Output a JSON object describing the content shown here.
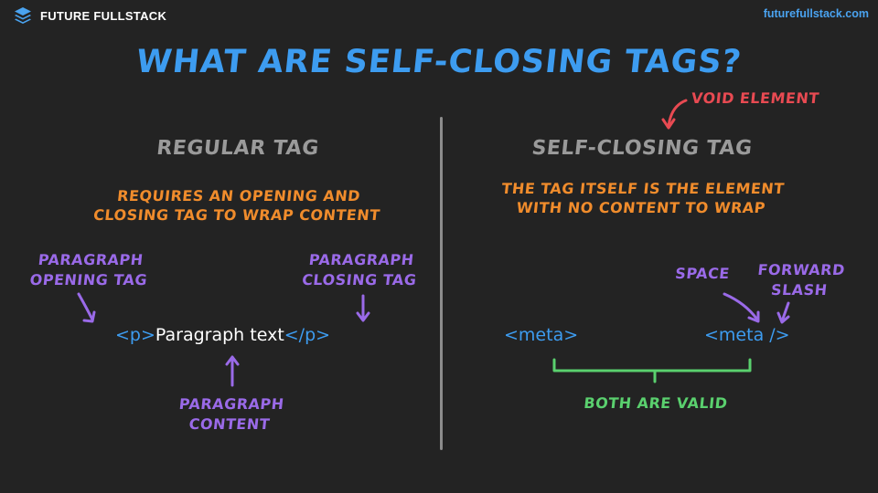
{
  "header": {
    "brand_name": "FUTURE FULLSTACK",
    "site_url": "futurefullstack.com"
  },
  "title": "WHAT ARE SELF-CLOSING TAGS?",
  "left": {
    "heading": "REGULAR TAG",
    "description_line1": "REQUIRES AN OPENING AND",
    "description_line2": "CLOSING TAG TO WRAP CONTENT",
    "opening_label_line1": "PARAGRAPH",
    "opening_label_line2": "OPENING TAG",
    "closing_label_line1": "PARAGRAPH",
    "closing_label_line2": "CLOSING TAG",
    "content_label_line1": "PARAGRAPH",
    "content_label_line2": "CONTENT",
    "code_open": "<p>",
    "code_text": "Paragraph text",
    "code_close": "</p>"
  },
  "right": {
    "heading": "SELF-CLOSING TAG",
    "void_label": "VOID ELEMENT",
    "description_line1": "THE TAG ITSELF IS THE ELEMENT",
    "description_line2": "WITH NO CONTENT TO WRAP",
    "space_label": "SPACE",
    "slash_label_line1": "FORWARD",
    "slash_label_line2": "SLASH",
    "code_meta": "<meta>",
    "code_meta_self": "<meta />",
    "both_valid": "BOTH ARE VALID"
  },
  "colors": {
    "background": "#232323",
    "title_blue": "#3d9cf0",
    "heading_gray": "#9a9a9a",
    "orange": "#f08c2c",
    "purple": "#9a6ae8",
    "red": "#e84a52",
    "green": "#5ad06e"
  },
  "icons": {
    "brand": "layers-stack-icon"
  }
}
